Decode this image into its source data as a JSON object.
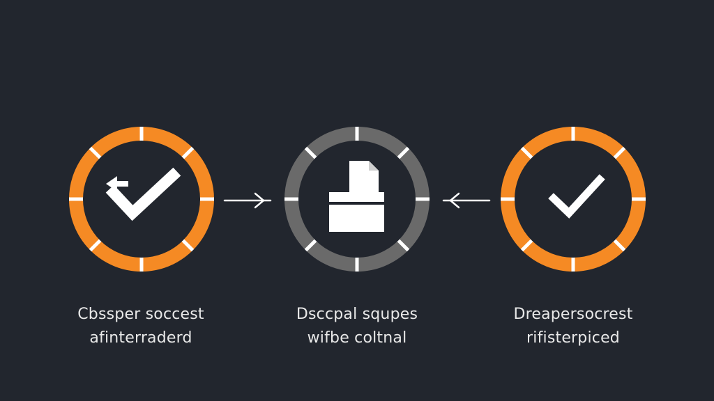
{
  "colors": {
    "background": "#22262e",
    "accent_orange": "#f58a24",
    "ring_gray": "#6a6a6a",
    "icon_white": "#ffffff",
    "text": "#e9e9e9"
  },
  "steps": [
    {
      "icon": "check-with-back-arrow-icon",
      "ring_color": "orange",
      "lines": [
        "Cbssper soccest",
        "afinterraderd"
      ]
    },
    {
      "icon": "document-box-icon",
      "ring_color": "gray",
      "lines": [
        "Dsccpal squpes",
        "wifbe coltnal"
      ]
    },
    {
      "icon": "check-icon",
      "ring_color": "orange",
      "lines": [
        "Dreapersocrest",
        "rifisterpiced"
      ]
    }
  ],
  "connectors": [
    {
      "direction": "right"
    },
    {
      "direction": "left"
    }
  ]
}
